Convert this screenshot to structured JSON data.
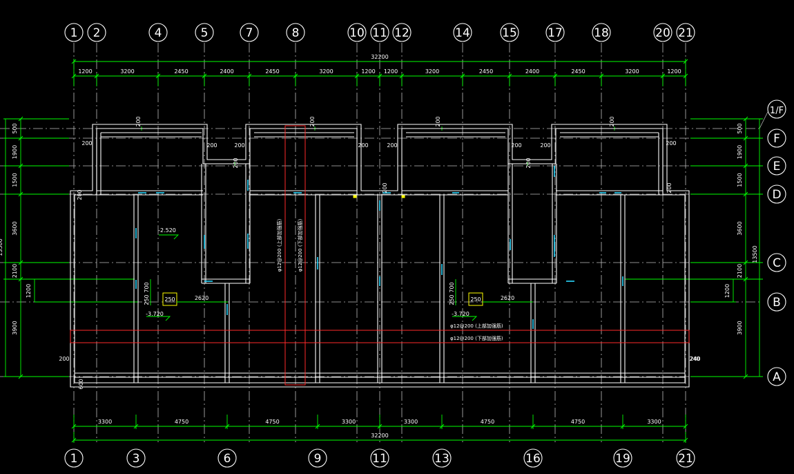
{
  "colors": {
    "background": "#000000",
    "wall": "#ffffff",
    "dimension": "#00ff00",
    "axis": "#bdbdbd",
    "opening": "#2bd9ff",
    "beam": "#ff2a2a",
    "marker": "#ffff00",
    "text": "#ffffff"
  },
  "top_axes": [
    "1",
    "2",
    "4",
    "5",
    "7",
    "8",
    "10",
    "11",
    "12",
    "14",
    "15",
    "17",
    "18",
    "20",
    "21"
  ],
  "bottom_axes": [
    "1",
    "3",
    "6",
    "9",
    "11",
    "13",
    "16",
    "19",
    "21"
  ],
  "right_axes": [
    "1/F",
    "F",
    "E",
    "D",
    "C",
    "B",
    "A"
  ],
  "top_overall_dim": "32200",
  "bottom_overall_dim": "32200",
  "top_segment_dims": [
    "1200",
    "3200",
    "2450",
    "2400",
    "2450",
    "3200",
    "1200",
    "1200",
    "3200",
    "2450",
    "2400",
    "2450",
    "3200",
    "1200"
  ],
  "bottom_segment_dims": [
    "3300",
    "4750",
    "4750",
    "3300",
    "3300",
    "4750",
    "4750",
    "3300"
  ],
  "left_segment_dims": [
    "500",
    "1900",
    "1500",
    "3600",
    "2100",
    "3900"
  ],
  "left_overall_dim": "13500",
  "left_inner_dim": "1200",
  "right_segment_dims": [
    "500",
    "1900",
    "1500",
    "3600",
    "2100",
    "3900"
  ],
  "right_overall_dim": "13500",
  "right_inner_dim": "1200",
  "wall_tags": [
    {
      "id": "w1",
      "text": "200"
    },
    {
      "id": "w2",
      "text": "200"
    },
    {
      "id": "w3",
      "text": "200"
    },
    {
      "id": "w4",
      "text": "200"
    },
    {
      "id": "w5",
      "text": "200"
    },
    {
      "id": "w6",
      "text": "200"
    },
    {
      "id": "w7",
      "text": "200"
    },
    {
      "id": "w8",
      "text": "200"
    },
    {
      "id": "w9",
      "text": "200"
    },
    {
      "id": "w10",
      "text": "200"
    },
    {
      "id": "w11",
      "text": "200"
    },
    {
      "id": "w12",
      "text": "200"
    },
    {
      "id": "w13",
      "text": "200"
    },
    {
      "id": "w14",
      "text": "200"
    },
    {
      "id": "w15",
      "text": "200"
    },
    {
      "id": "w16",
      "text": "200"
    },
    {
      "id": "w17",
      "text": "200"
    },
    {
      "id": "w18",
      "text": "200"
    },
    {
      "id": "w19",
      "text": "200"
    },
    {
      "id": "w20",
      "text": "200"
    },
    {
      "id": "w21",
      "text": "240"
    },
    {
      "id": "w22",
      "text": "600"
    }
  ],
  "annotations": {
    "level_a": "-2.520",
    "level_b": "-3.720",
    "level_c": "-3.720",
    "box_a": "250",
    "box_b": "250",
    "span_a": "2620",
    "span_b": "2620",
    "small_a1": "700",
    "small_a2": "250",
    "small_b1": "700",
    "small_b2": "250",
    "beam_v1": "φ12@200 (上部加强筋)",
    "beam_v2": "φ12@200 (下部加强筋)",
    "beam_h1": "φ12@200 (上部加强筋)",
    "beam_h2": "φ12@200 (下部加强筋)"
  }
}
